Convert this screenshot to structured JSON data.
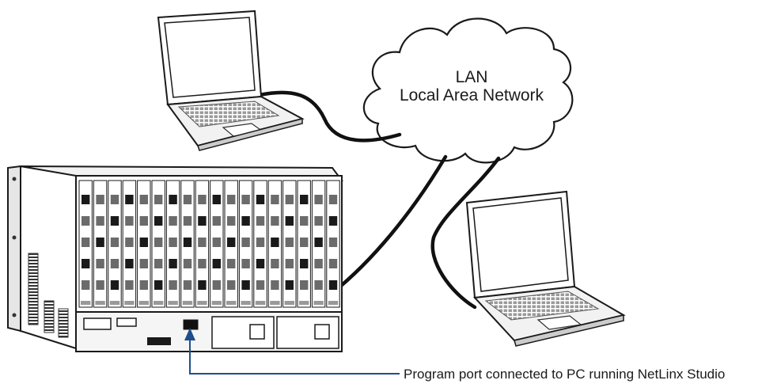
{
  "cloud": {
    "line1": "LAN",
    "line2": "Local Area Network"
  },
  "callout": {
    "text": "Program port connected to PC running NetLinx Studio",
    "color": "#1f4e8c"
  },
  "colors": {
    "ink": "#1a1a1a",
    "cable": "#111111",
    "panel_fill": "#f2f2f2",
    "device_fill": "#e6e6e6"
  }
}
